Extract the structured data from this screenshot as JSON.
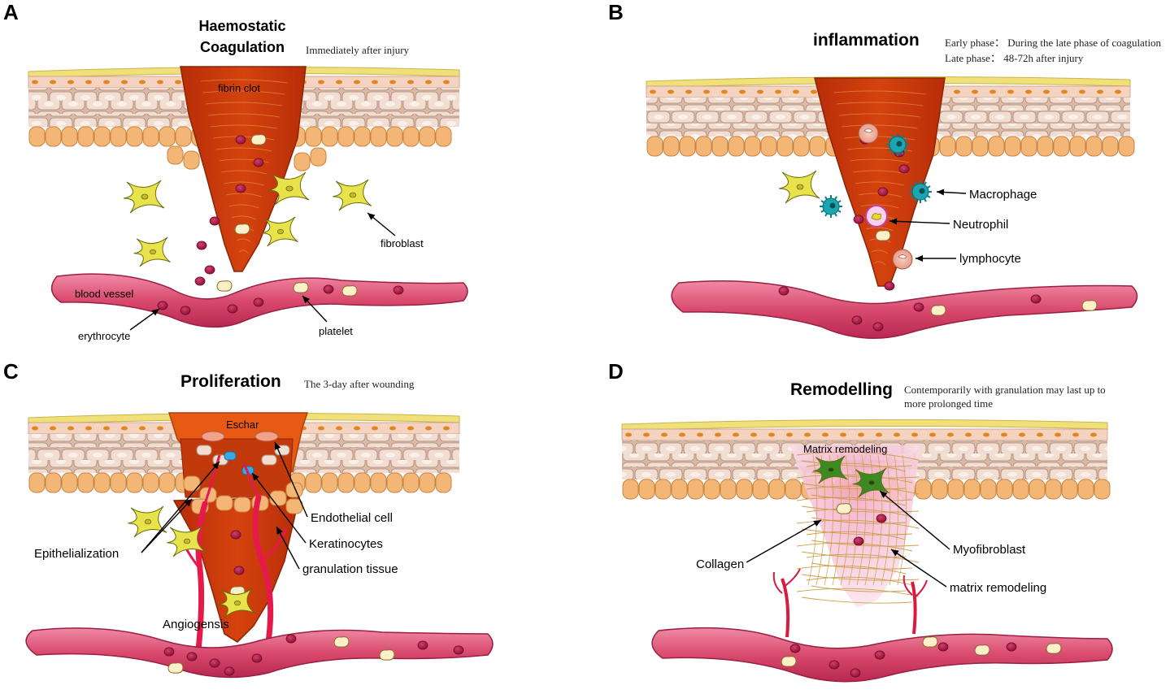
{
  "panels": [
    {
      "letter": "A",
      "title_line1": "Haemostatic",
      "title_line2": "Coagulation",
      "note": "Immediately after injury",
      "labels": {
        "fibrin_clot": "fibrin clot",
        "fibroblast": "fibroblast",
        "blood_vessel": "blood vessel",
        "erythrocyte": "erythrocyte",
        "platelet": "platelet"
      }
    },
    {
      "letter": "B",
      "title": "inflammation",
      "note_line1": "Early phase： During the late phase of  coagulation",
      "note_line2": "Late phase： 48-72h after injury",
      "labels": {
        "macrophage": "Macrophage",
        "neutrophil": "Neutrophil",
        "lymphocyte": "lymphocyte"
      }
    },
    {
      "letter": "C",
      "title": "Proliferation",
      "note": "The 3-day after wounding",
      "labels": {
        "eschar": "Eschar",
        "endothelial": "Endothelial cell",
        "keratinocytes": "Keratinocytes",
        "granulation": "granulation tissue",
        "epithelialization": "Epithelialization",
        "angiogenesis": "Angiogensis"
      }
    },
    {
      "letter": "D",
      "title": "Remodelling",
      "note_line1": "Contemporarily with granulation may last up to",
      "note_line2": "more prolonged time",
      "labels": {
        "matrix_top": "Matrix remodeling",
        "myofibroblast": "Myofibroblast",
        "collagen": "Collagen",
        "matrix_bottom": "matrix remodeling"
      }
    }
  ],
  "colors": {
    "clot": "#c8380a",
    "eschar": "#e85a14",
    "vessel": "#d94a6e",
    "erythrocyte": "#a3123d",
    "fibroblast": "#e8e34a",
    "macrophage": "#1aa6b0",
    "skin_cell": "#ecd7cb",
    "basal_cell": "#f4b677",
    "stratum": "#f1e07a",
    "myofibroblast": "#3c8a24",
    "collagen": "#c9963a"
  }
}
